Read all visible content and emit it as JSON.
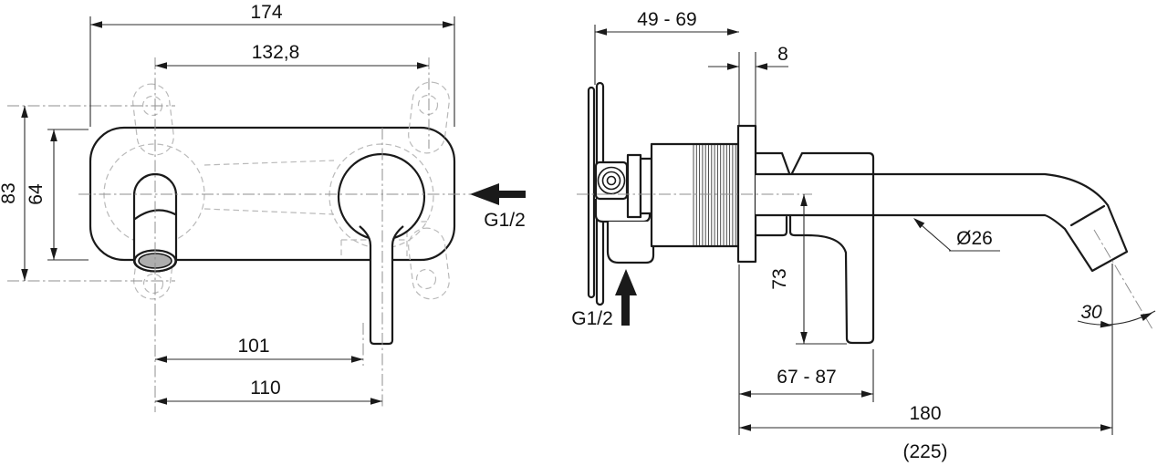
{
  "front_view": {
    "plate_width": "174",
    "hole_spacing": "132,8",
    "hole_center_height": "83",
    "plate_height": "64",
    "spout_to_valve_center": "101",
    "spout_to_handle_center": "110",
    "inlet_thread": "G1/2"
  },
  "side_view": {
    "wall_depth_range": "49 - 69",
    "flange_thickness": "8",
    "lever_drop": "73",
    "inlet_thread": "G1/2",
    "spout_diameter": "Ø26",
    "spout_angle_deg": "30",
    "base_length_range": "67 - 87",
    "spout_projection": "180",
    "total_projection_ref": "(225)"
  }
}
